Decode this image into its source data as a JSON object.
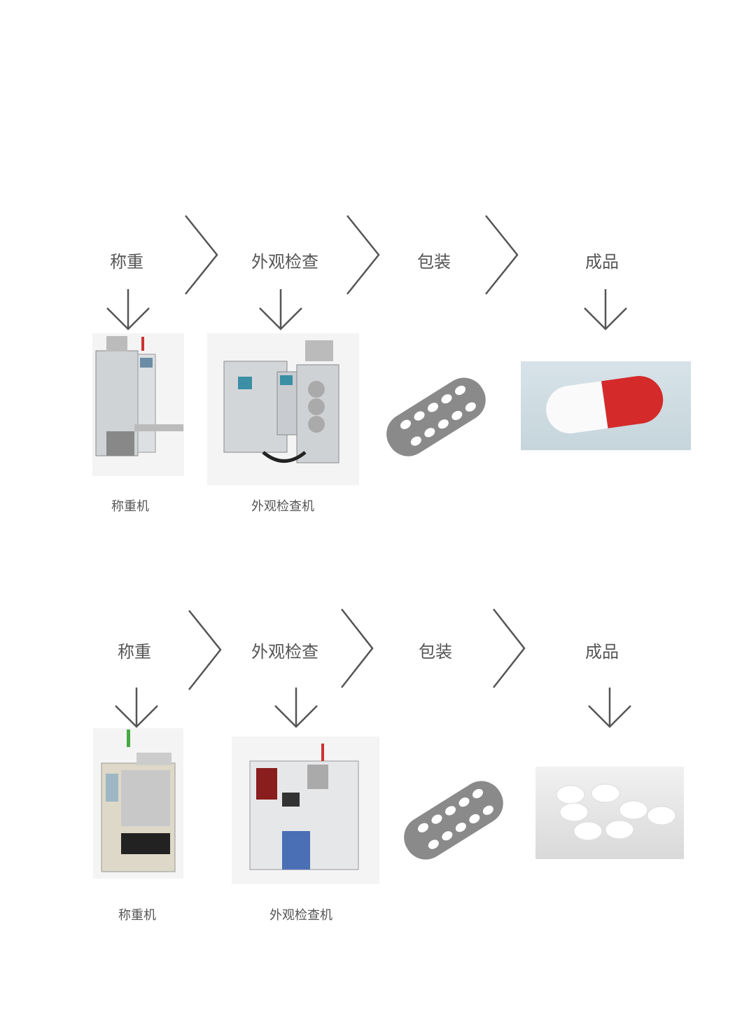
{
  "rows": [
    {
      "steps": [
        "称重",
        "外观检查",
        "包装",
        "成品"
      ],
      "captions": [
        "称重机",
        "外观检查机"
      ],
      "product": "capsule"
    },
    {
      "steps": [
        "称重",
        "外观检查",
        "包装",
        "成品"
      ],
      "captions": [
        "称重机",
        "外观检查机"
      ],
      "product": "tablets"
    }
  ],
  "colors": {
    "text": "#555555",
    "arrow": "#555555",
    "blister": "#8a8a8a",
    "capsule_red": "#d42a2a"
  }
}
